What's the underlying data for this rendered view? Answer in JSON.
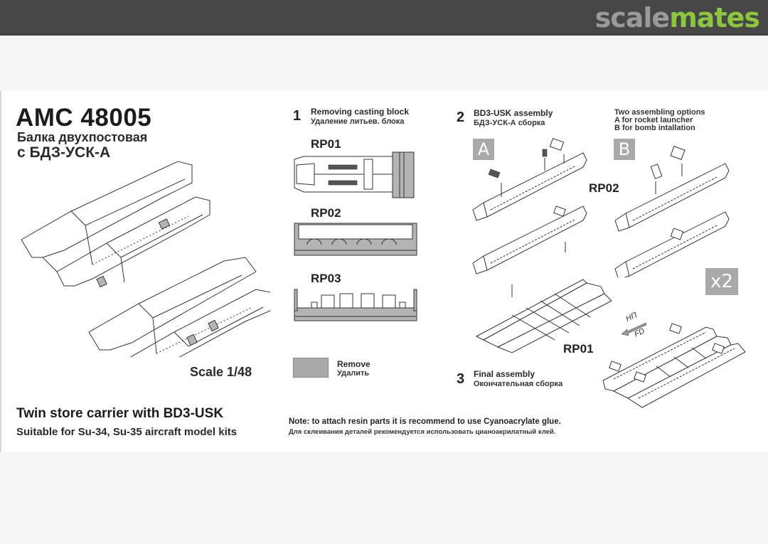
{
  "header": {
    "logo": {
      "part1": "scale",
      "part2": "mates"
    },
    "colors": {
      "bar": "#474747",
      "logo_gray": "#9a9a9a",
      "logo_green": "#8cc63f"
    }
  },
  "product": {
    "kit_number": "AMC 48005",
    "title_ru_line1": "Балка двухпостовая",
    "title_ru_line2": "с БДЗ-УСК-А",
    "scale": "Scale 1/48",
    "description": "Twin store carrier with BD3-USK",
    "suitability": "Suitable for Su-34, Su-35 aircraft model kits"
  },
  "instructions": {
    "step1": {
      "number": "1",
      "title_en": "Removing casting block",
      "title_ru": "Удаление литьев. блока",
      "parts": [
        "RP01",
        "RP02",
        "RP03"
      ]
    },
    "step2": {
      "number": "2",
      "title_en": "BD3-USK assembly",
      "title_ru": "БДЗ-УСК-А сборка",
      "part_label": "RP02",
      "part_label_bottom": "RP01",
      "option_a": "A",
      "option_b": "B"
    },
    "options_note": {
      "line1": "Two assembling options",
      "line2": "A for rocket launcher",
      "line3": "B for bomb intallation"
    },
    "step3": {
      "number": "3",
      "title_en": "Final assembly",
      "title_ru": "Окончательная сборка",
      "multiplier": "x2",
      "direction_ru": "НП",
      "direction_en": "FD"
    },
    "legend": {
      "remove_en": "Remove",
      "remove_ru": "Удалить",
      "swatch_color": "#a9a9a9"
    },
    "note_en": "Note: to attach resin parts it is recommend to use Cyanoacrylate glue.",
    "note_ru": "Для склеивания деталей рекомендуется использовать цианоакрилатный клей."
  }
}
